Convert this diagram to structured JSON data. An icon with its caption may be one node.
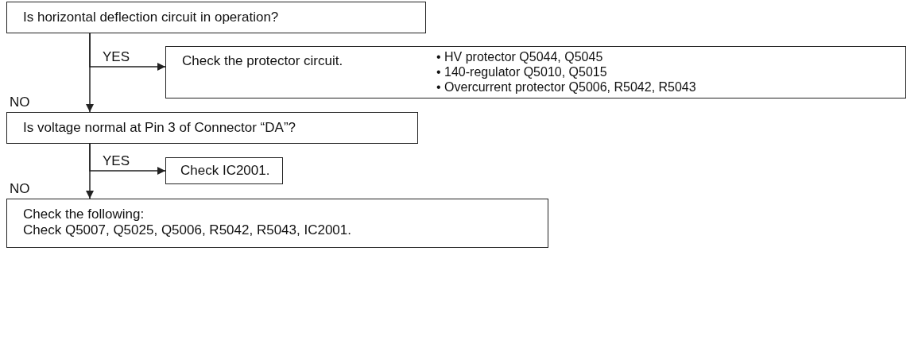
{
  "diagram": {
    "nodes": [
      {
        "text": [
          "Is horizontal deflection circuit in operation?"
        ]
      },
      {
        "text": [
          "Check the protector circuit.",
          "• HV protector Q5044, Q5045",
          "• 140-regulator Q5010, Q5015",
          "• Overcurrent protector Q5006, R5042, R5043"
        ]
      },
      {
        "text": [
          "Is voltage normal at Pin 3 of Connector “DA”?"
        ]
      },
      {
        "text": [
          "Check IC2001."
        ]
      },
      {
        "text": [
          "Check the following:",
          "Check Q5007, Q5025, Q5006, R5042, R5043, IC2001."
        ]
      }
    ],
    "edges": [
      {
        "from": 0,
        "to": 1,
        "arrow": "to",
        "label": "YES"
      },
      {
        "from": 0,
        "to": 2,
        "arrow": "to",
        "label": "NO"
      },
      {
        "from": 2,
        "to": 3,
        "arrow": "to",
        "label": "YES"
      },
      {
        "from": 2,
        "to": 4,
        "arrow": "to",
        "label": "NO"
      }
    ]
  }
}
